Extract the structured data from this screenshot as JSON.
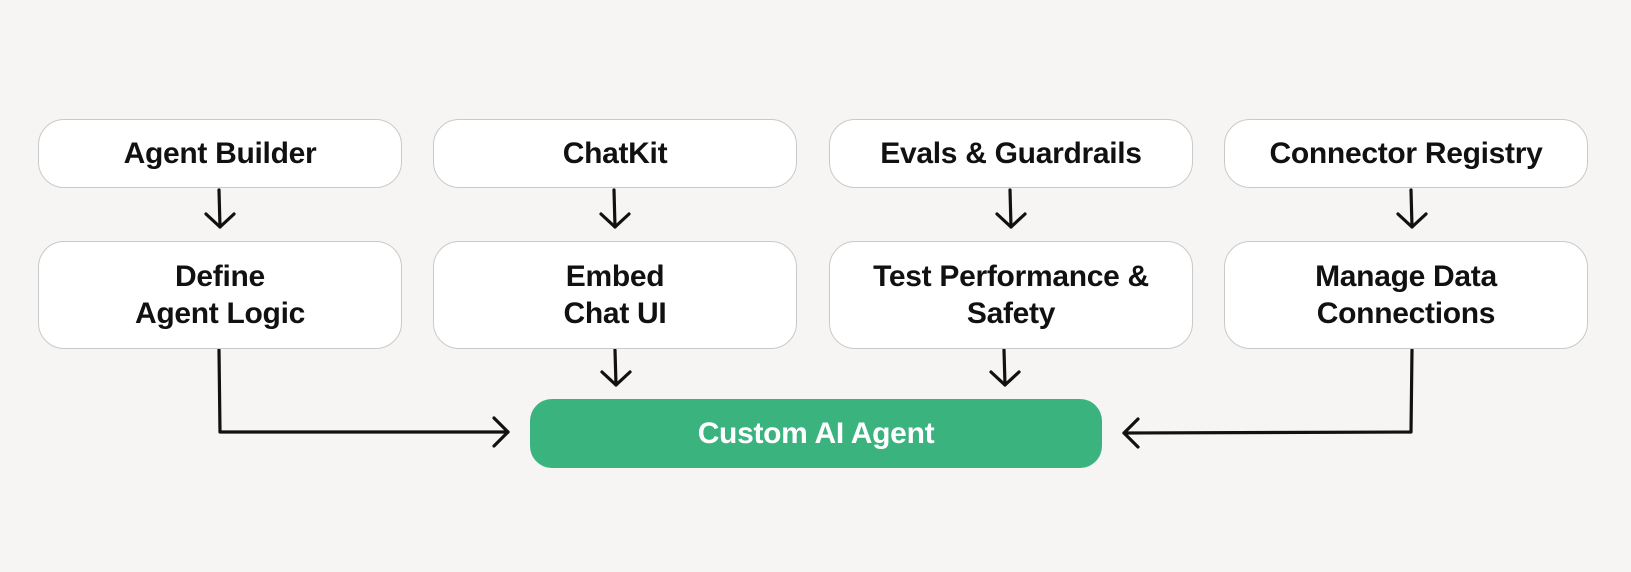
{
  "top_row": [
    {
      "label": "Agent Builder"
    },
    {
      "label": "ChatKit"
    },
    {
      "label": "Evals & Guardrails"
    },
    {
      "label": "Connector Registry"
    }
  ],
  "middle_row": [
    {
      "lines": [
        "Define",
        "Agent Logic"
      ]
    },
    {
      "lines": [
        "Embed",
        "Chat UI"
      ]
    },
    {
      "lines": [
        "Test Performance &",
        "Safety"
      ]
    },
    {
      "lines": [
        "Manage Data",
        "Connections"
      ]
    }
  ],
  "target": {
    "label": "Custom AI Agent"
  },
  "colors": {
    "background": "#f6f5f3",
    "node_fill": "#ffffff",
    "node_border": "#c9c9c9",
    "text": "#111111",
    "target_fill": "#3bb37f",
    "target_text": "#ffffff",
    "arrow": "#111111"
  }
}
